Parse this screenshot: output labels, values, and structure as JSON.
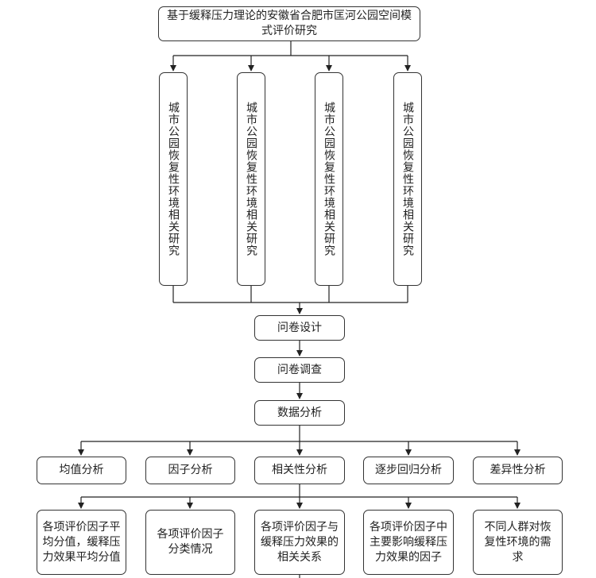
{
  "title": "基于缓释压力理论的安徽省合肥市匡河公园空间模式评价研究",
  "research_boxes": [
    "城市公园恢复性环境相关研究",
    "城市公园恢复性环境相关研究",
    "城市公园恢复性环境相关研究",
    "城市公园恢复性环境相关研究"
  ],
  "steps": [
    "问卷设计",
    "问卷调查",
    "数据分析"
  ],
  "analyses": [
    "均值分析",
    "因子分析",
    "相关性分析",
    "逐步回归分析",
    "差异性分析"
  ],
  "results": [
    "各项评价因子平均分值，缓释压力效果平均分值",
    "各项评价因子分类情况",
    "各项评价因子与缓释压力效果的相关关系",
    "各项评价因子中主要影响缓释压力效果的因子",
    "不同人群对恢复性环境的需求"
  ]
}
